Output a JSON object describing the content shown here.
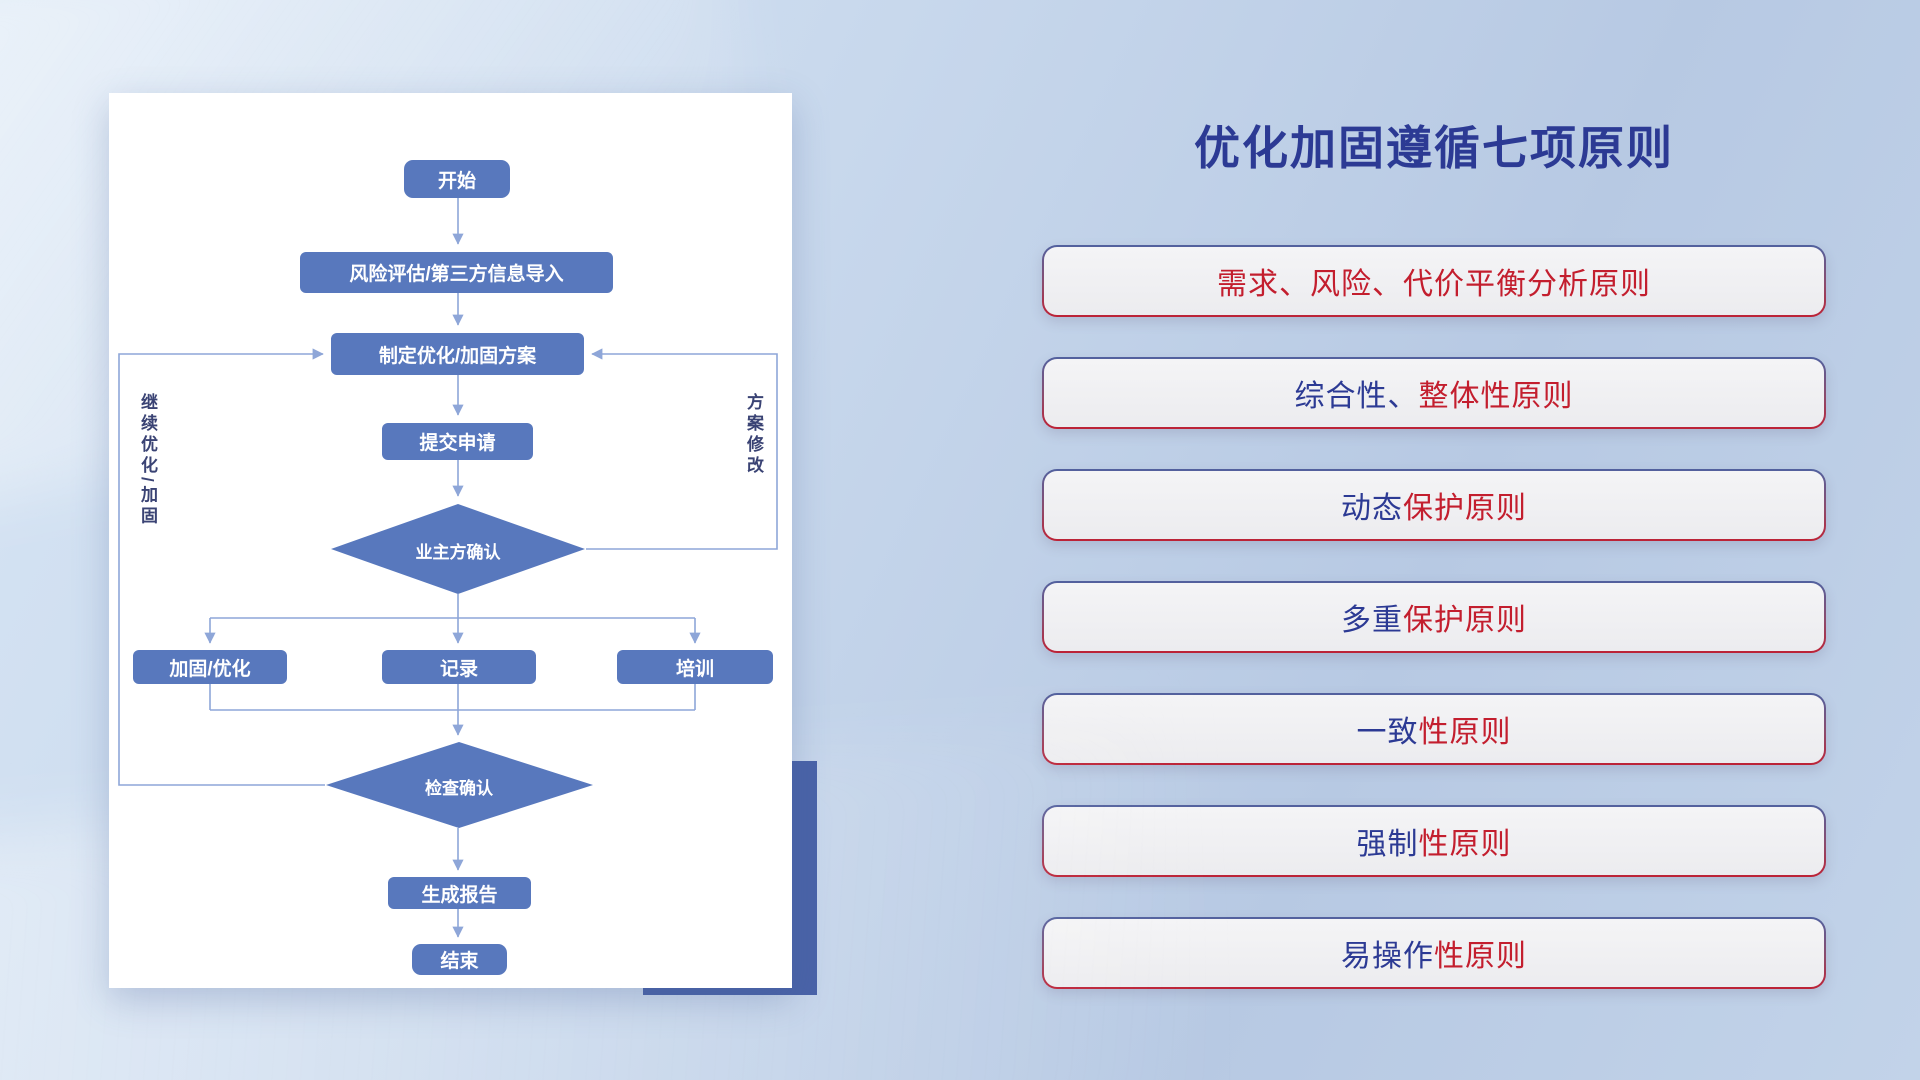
{
  "slide": {
    "title": "优化加固遵循七项原则"
  },
  "flowchart": {
    "nodes": {
      "start": "开始",
      "risk_import": "风险评估/第三方信息导入",
      "make_plan": "制定优化/加固方案",
      "submit": "提交申请",
      "owner_confirm": "业主方确认",
      "reinforce": "加固/优化",
      "record": "记录",
      "training": "培训",
      "check_confirm": "检查确认",
      "report": "生成报告",
      "end": "结束"
    },
    "loop_labels": {
      "continue_optimize": "继续优化/加固",
      "plan_modify": "方案修改"
    }
  },
  "principles": [
    {
      "blue": "",
      "red": "需求、风险、代价平衡分析原则"
    },
    {
      "blue": "综合性、",
      "red": "整体性原则"
    },
    {
      "blue": "动态",
      "red": "保护原则"
    },
    {
      "blue": "多重",
      "red": "保护原则"
    },
    {
      "blue": "一致",
      "red": "性原则"
    },
    {
      "blue": "强制",
      "red": "性原则"
    },
    {
      "blue": "易操作",
      "red": "性原则"
    }
  ],
  "colors": {
    "node_fill": "#5878bd",
    "connector": "#8ea6d8",
    "title_blue": "#2c3a94",
    "principle_red": "#c31e2e",
    "principle_blue": "#2c3a94",
    "shadow_block": "#4a63a8",
    "card_bg": "#ffffff"
  }
}
